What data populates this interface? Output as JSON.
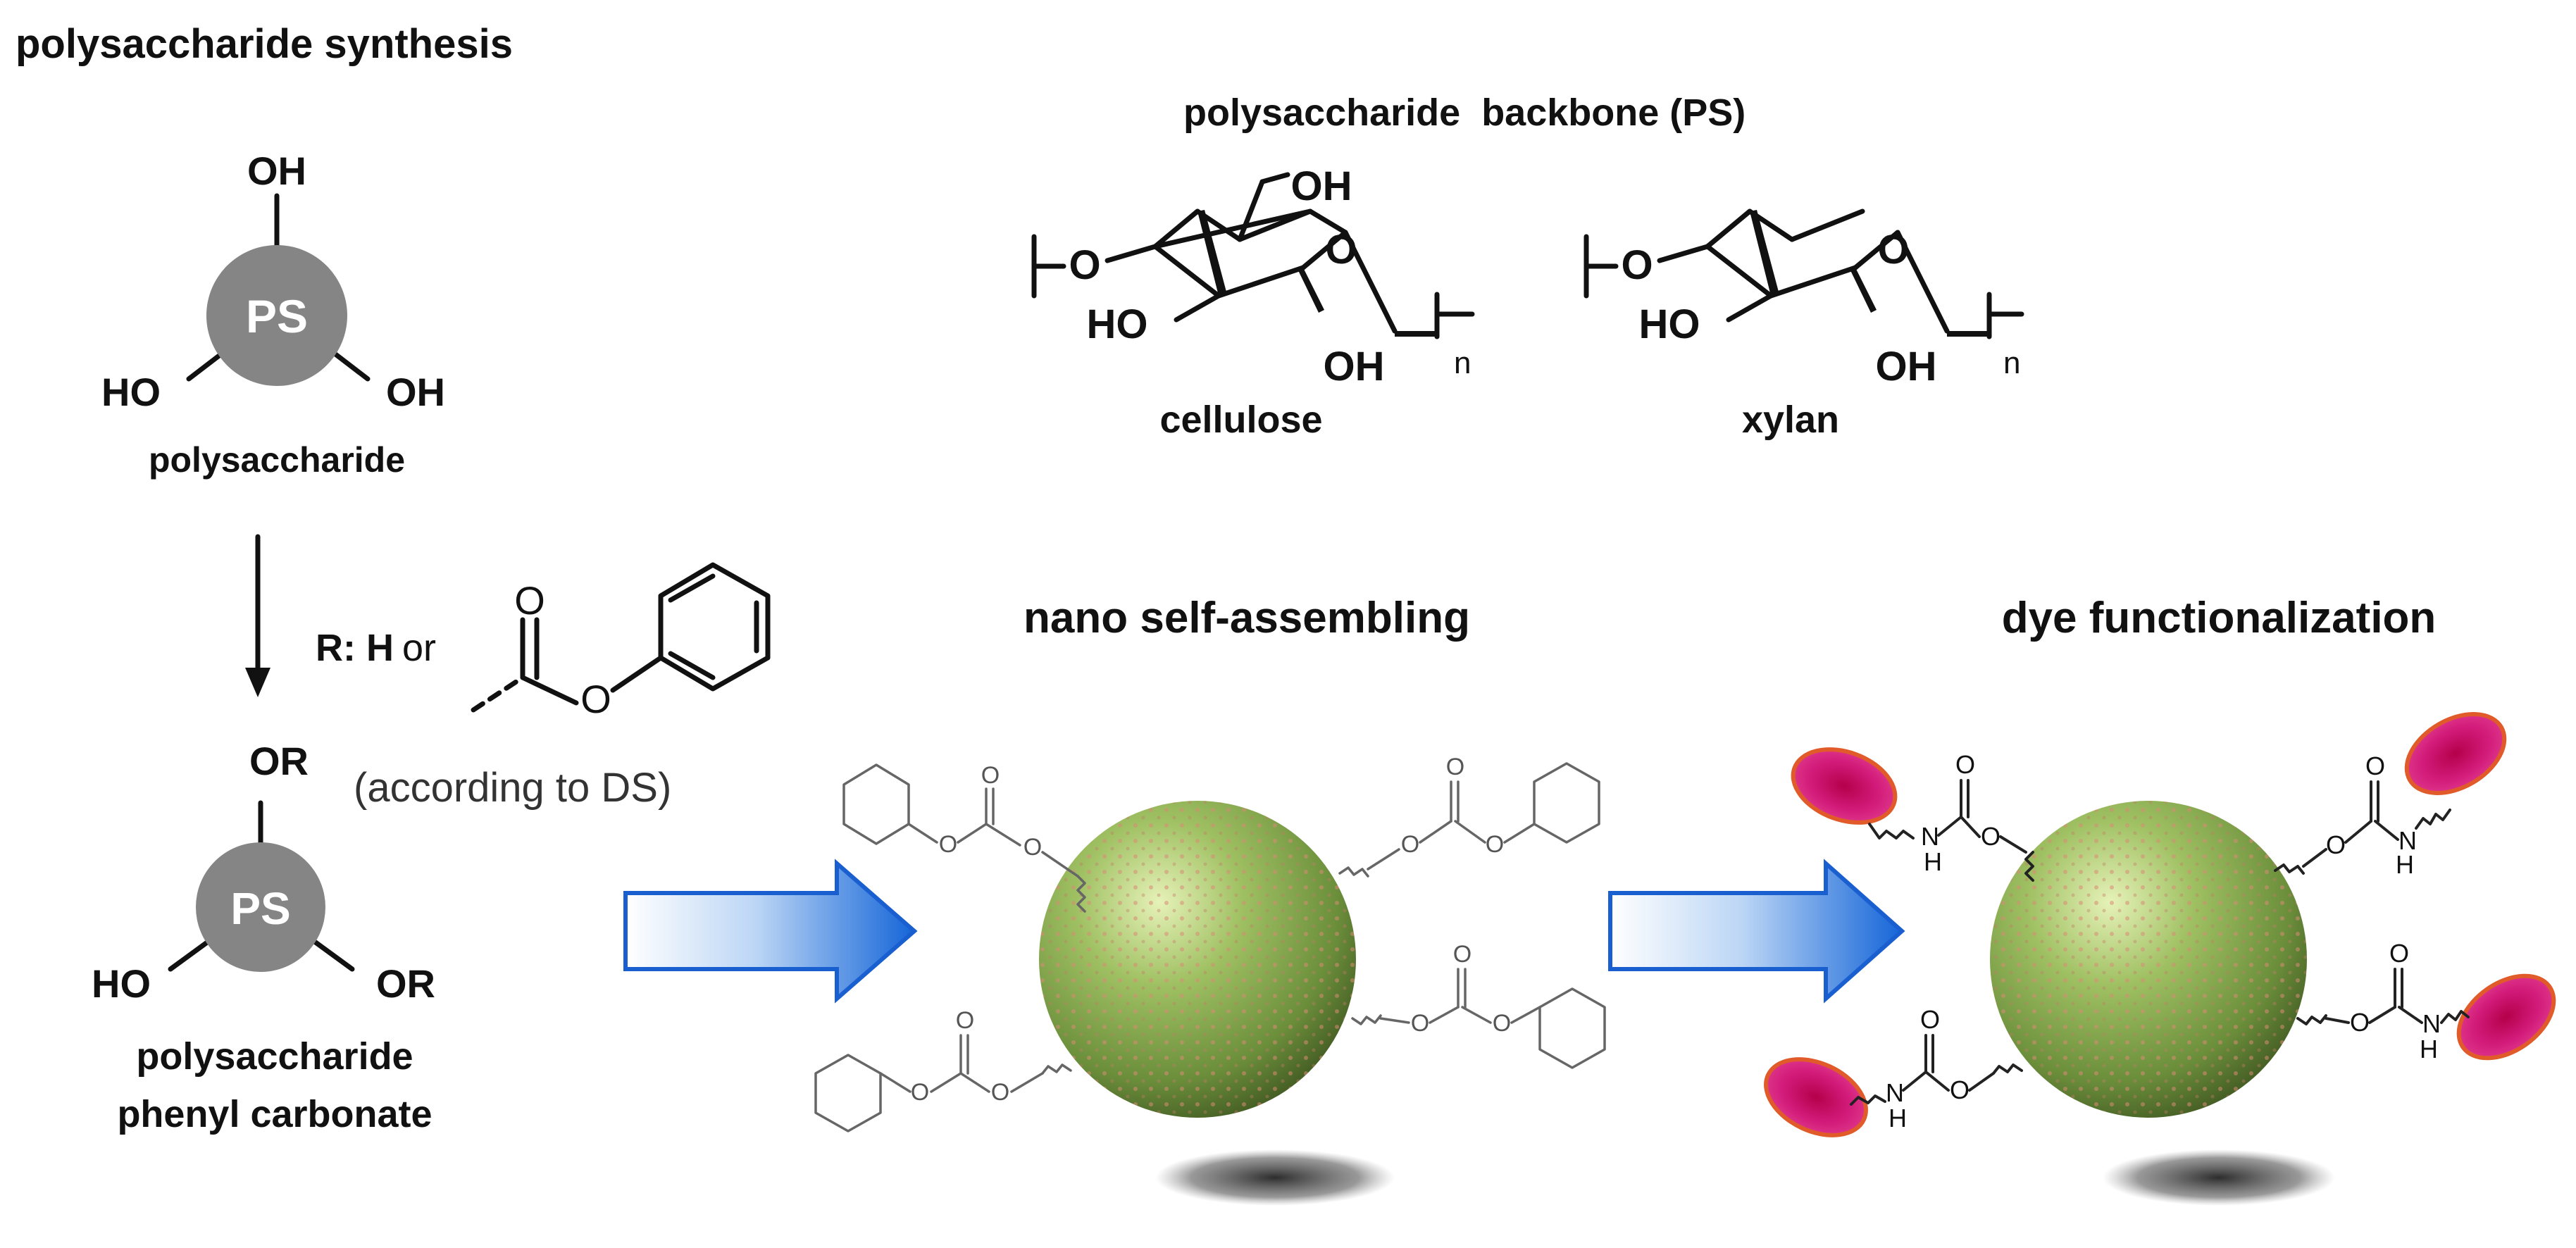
{
  "title": "polysaccharide synthesis",
  "backbone_heading": "polysaccharide  backbone (PS)",
  "ps_label": "PS",
  "oh": "OH",
  "ho": "HO",
  "or": "OR",
  "o": "O",
  "n": "n",
  "nh": "H",
  "n_atom": "N",
  "polysaccharide_caption": "polysaccharide",
  "reagent_prefix": "R: H",
  "reagent_or": "or",
  "according": "(according to DS)",
  "product_line1": "polysaccharide",
  "product_line2": "phenyl carbonate",
  "cellulose": "cellulose",
  "xylan": "xylan",
  "heading_nano": "nano self-assembling",
  "heading_dye": "dye functionalization",
  "colors": {
    "ps_circle": "#858585",
    "sphere": "#8fb35a",
    "arrow": "#1e6fd8",
    "dye": "#c4176e",
    "dye_edge": "#e05a2a"
  }
}
